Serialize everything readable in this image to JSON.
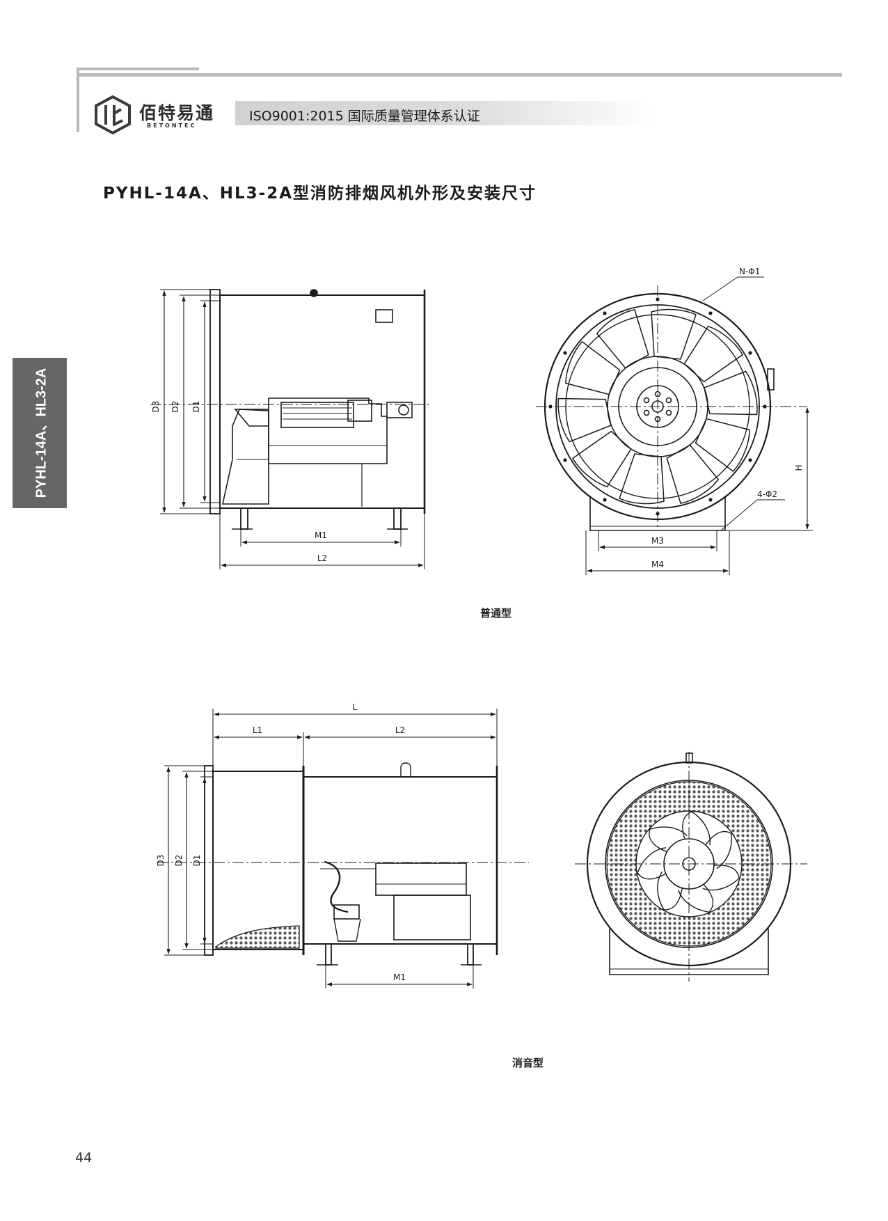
{
  "header": {
    "logo_text": "佰特易通",
    "logo_sub": "BETONTEC",
    "certification": "ISO9001:2015 国际质量管理体系认证"
  },
  "title": "PYHL-14A、HL3-2A型消防排烟风机外形及安装尺寸",
  "side_tab": "PYHL-14A、HL3-2A",
  "figures": {
    "standard": {
      "caption": "普通型",
      "labels": {
        "d3": "D3",
        "d2": "D2",
        "d1": "D1",
        "m1": "M1",
        "l2": "L2",
        "n_phi1": "N-Φ1",
        "h": "H",
        "phi2": "4-Φ2",
        "m3": "M3",
        "m4": "M4"
      }
    },
    "silencer": {
      "caption": "消音型",
      "labels": {
        "l": "L",
        "l1": "L1",
        "l2": "L2",
        "d3": "D3",
        "d2": "D2",
        "d1": "D1",
        "m1": "M1"
      }
    }
  },
  "page_number": "44"
}
